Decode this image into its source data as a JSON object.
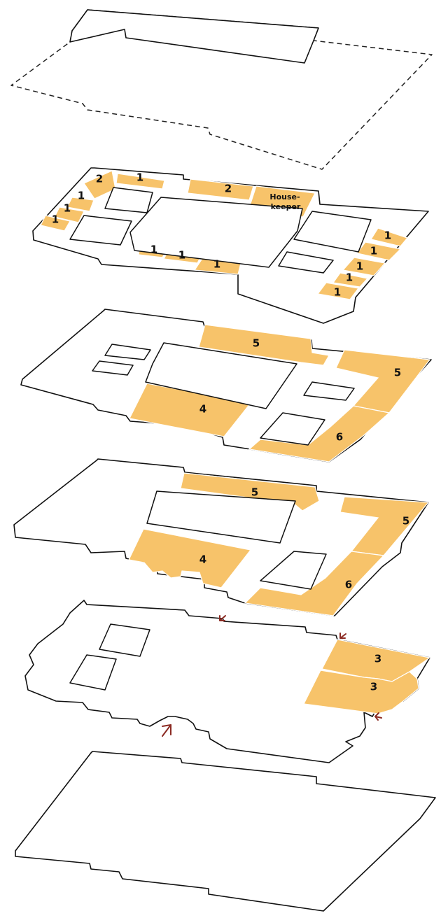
{
  "colors": {
    "room": "#f7c36a",
    "outline": "#111111",
    "arrow": "#8b2a22",
    "background": "#ffffff"
  },
  "floors": [
    {
      "id": "roof",
      "style": "dashed",
      "rooms": []
    },
    {
      "id": "attic",
      "rooms": [
        {
          "label": "2"
        },
        {
          "label": "1"
        },
        {
          "label": "1"
        },
        {
          "label": "1"
        },
        {
          "label": "1"
        },
        {
          "label": "2"
        },
        {
          "label": "House-keeper"
        },
        {
          "label": "1"
        },
        {
          "label": "1"
        },
        {
          "label": "1"
        },
        {
          "label": "1"
        },
        {
          "label": "1"
        },
        {
          "label": "1"
        },
        {
          "label": "1"
        },
        {
          "label": "1"
        }
      ]
    },
    {
      "id": "second",
      "rooms": [
        {
          "label": "5"
        },
        {
          "label": "5"
        },
        {
          "label": "4"
        },
        {
          "label": "6"
        }
      ]
    },
    {
      "id": "first",
      "rooms": [
        {
          "label": "5"
        },
        {
          "label": "5"
        },
        {
          "label": "4"
        },
        {
          "label": "6"
        }
      ]
    },
    {
      "id": "ground",
      "rooms": [
        {
          "label": "3"
        },
        {
          "label": "3"
        }
      ],
      "entrances": [
        "main-entrance",
        "side-entrance",
        "side-entrance",
        "side-entrance"
      ]
    },
    {
      "id": "basement",
      "rooms": []
    }
  ],
  "housekeeper_label_lines": [
    "House-",
    "keeper"
  ]
}
